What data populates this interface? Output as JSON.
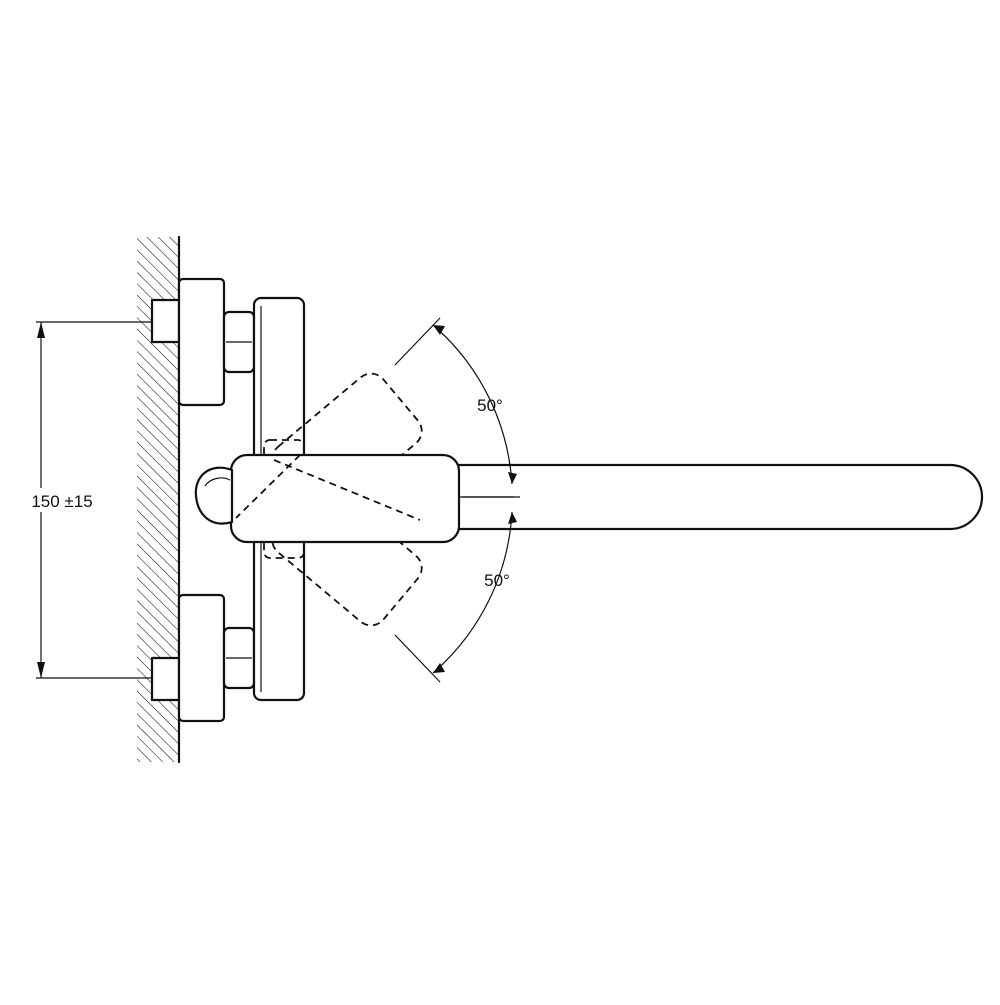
{
  "drawing": {
    "dimension_spacing": "150 ±15",
    "angle_upper": "50°",
    "angle_lower": "50°"
  },
  "colors": {
    "line": "#111111",
    "background": "#ffffff"
  }
}
